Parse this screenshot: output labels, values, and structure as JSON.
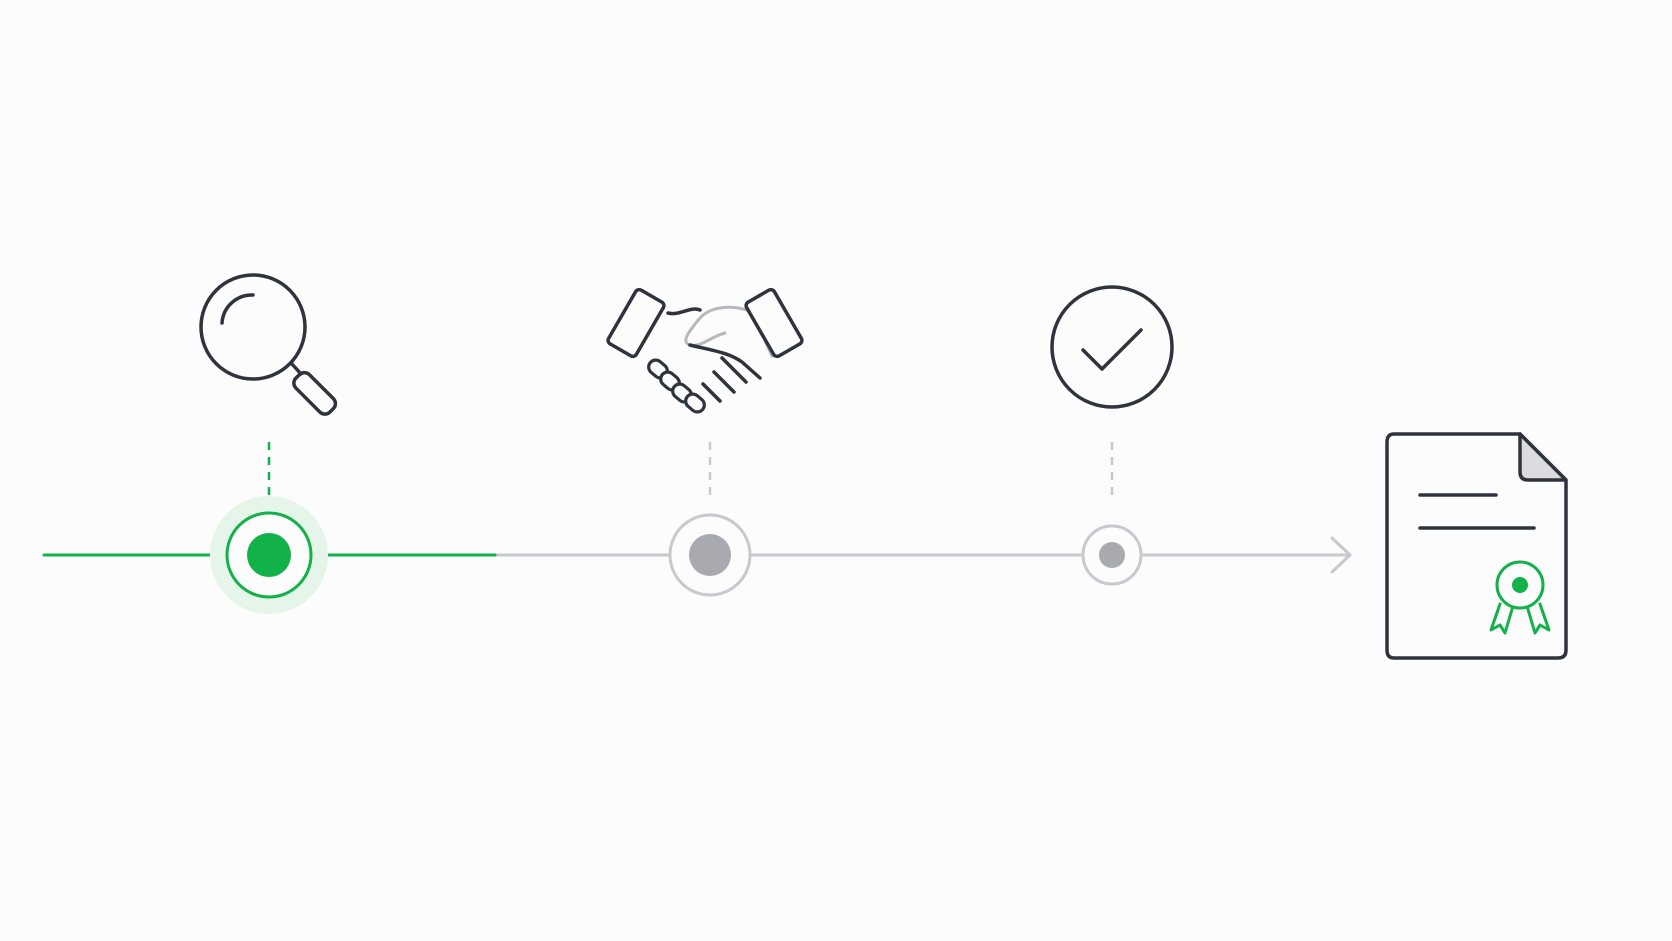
{
  "diagram": {
    "colors": {
      "background": "#fcfcfc",
      "active": "#13b14a",
      "active_halo": "#e6f5ea",
      "inactive_line": "#c8c9ce",
      "inactive_node": "#a9aab0",
      "icon_stroke": "#2f333c",
      "icon_light_stroke": "#b7b9bf"
    },
    "progress": {
      "completed_steps": 1,
      "total_steps": 3
    },
    "steps": [
      {
        "icon": "magnifying-glass-icon",
        "state": "active"
      },
      {
        "icon": "handshake-icon",
        "state": "pending"
      },
      {
        "icon": "checkmark-circle-icon",
        "state": "pending"
      }
    ],
    "end": {
      "icon": "certificate-document-icon",
      "seal_icon": "award-ribbon-icon"
    }
  }
}
